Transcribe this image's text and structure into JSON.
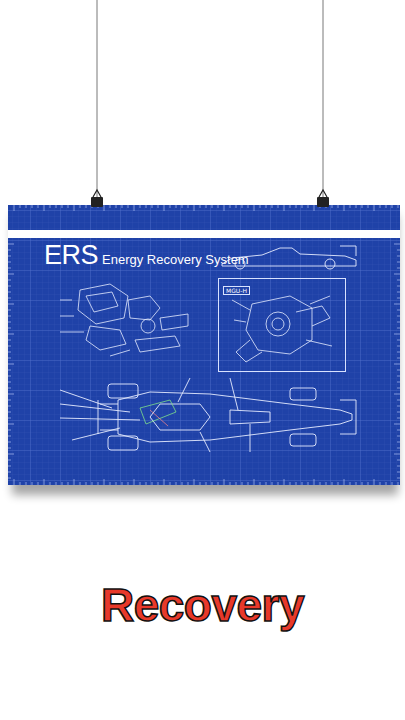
{
  "diagram": {
    "title": "ERS",
    "caption": "Recovery",
    "nodes": [
      {
        "text": [
          "MGU-H"
        ]
      }
    ],
    "labels": [
      "Energy Recovery System"
    ]
  }
}
